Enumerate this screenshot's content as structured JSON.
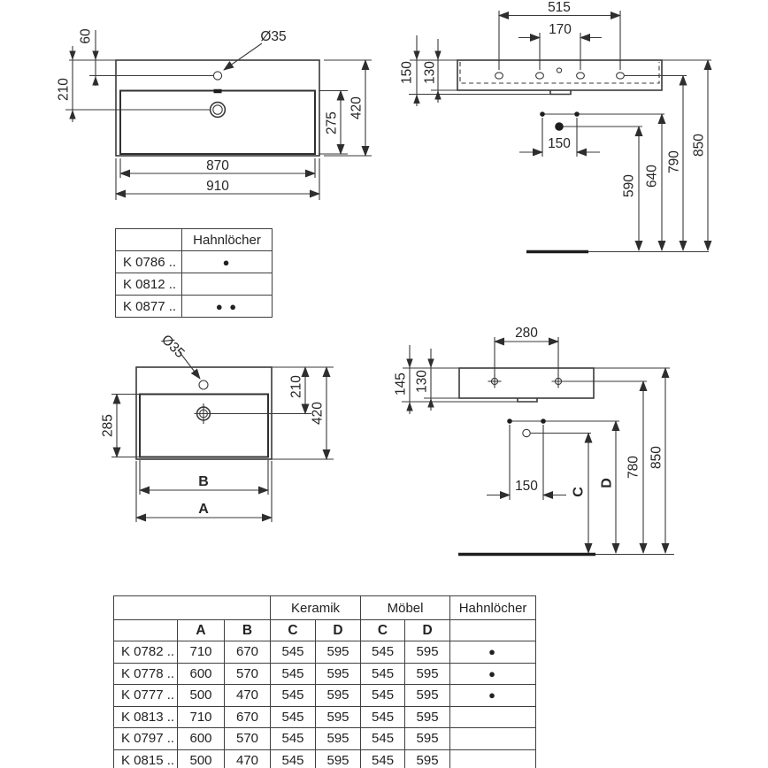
{
  "colors": {
    "line": "#3a3a3a",
    "text": "#262626",
    "background": "#ffffff"
  },
  "dims": {
    "f1": {
      "d60": "60",
      "d210": "210",
      "dia": "Ø35",
      "d420": "420",
      "d275": "275",
      "d870": "870",
      "d910": "910"
    },
    "s1": {
      "d515": "515",
      "d170": "170",
      "d150v": "150",
      "d130": "130",
      "d150h": "150",
      "d590": "590",
      "d640": "640",
      "d790": "790",
      "d850": "850"
    },
    "f2": {
      "dia": "Ø35",
      "d285": "285",
      "d210": "210",
      "d420": "420",
      "B": "B",
      "A": "A"
    },
    "s2": {
      "d280": "280",
      "d145": "145",
      "d130": "130",
      "d150": "150",
      "C": "C",
      "D": "D",
      "d780": "780",
      "d850": "850"
    }
  },
  "small_table": {
    "col_header": "Hahnlöcher",
    "rows": [
      {
        "code": "K 0786 ..",
        "holes": "●"
      },
      {
        "code": "K 0812 ..",
        "holes": ""
      },
      {
        "code": "K 0877 ..",
        "holes": "● ●"
      }
    ]
  },
  "big_table": {
    "group_keramik": "Keramik",
    "group_moebel": "Möbel",
    "group_holes": "Hahnlöcher",
    "colA": "A",
    "colB": "B",
    "colC1": "C",
    "colD1": "D",
    "colC2": "C",
    "colD2": "D",
    "rows": [
      {
        "code": "K 0782 ..",
        "A": "710",
        "B": "670",
        "kC": "545",
        "kD": "595",
        "mC": "545",
        "mD": "595",
        "holes": "●"
      },
      {
        "code": "K 0778 ..",
        "A": "600",
        "B": "570",
        "kC": "545",
        "kD": "595",
        "mC": "545",
        "mD": "595",
        "holes": "●"
      },
      {
        "code": "K 0777 ..",
        "A": "500",
        "B": "470",
        "kC": "545",
        "kD": "595",
        "mC": "545",
        "mD": "595",
        "holes": "●"
      },
      {
        "code": "K 0813 ..",
        "A": "710",
        "B": "670",
        "kC": "545",
        "kD": "595",
        "mC": "545",
        "mD": "595",
        "holes": ""
      },
      {
        "code": "K 0797 ..",
        "A": "600",
        "B": "570",
        "kC": "545",
        "kD": "595",
        "mC": "545",
        "mD": "595",
        "holes": ""
      },
      {
        "code": "K 0815 ..",
        "A": "500",
        "B": "470",
        "kC": "545",
        "kD": "595",
        "mC": "545",
        "mD": "595",
        "holes": ""
      }
    ]
  }
}
